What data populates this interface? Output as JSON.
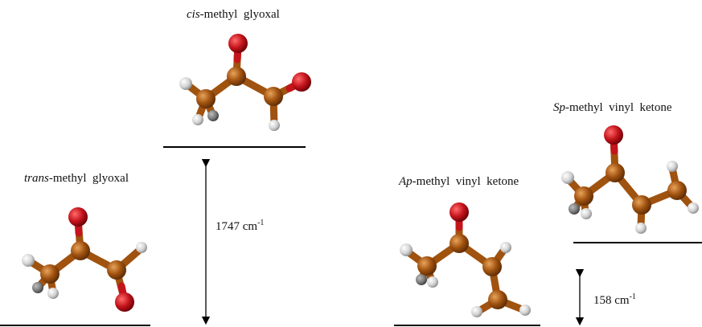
{
  "molecules": {
    "cis_mg": {
      "prefix": "cis",
      "rest": "-methyl  glyoxal"
    },
    "trans_mg": {
      "prefix": "trans",
      "rest": "-methyl  glyoxal"
    },
    "ap_mvk": {
      "prefix": "Ap",
      "rest": "-methyl  vinyl  ketone"
    },
    "sp_mvk": {
      "prefix": "Sp",
      "rest": "-methyl  vinyl  ketone"
    }
  },
  "energy_gaps": {
    "glyoxal": {
      "value": "1747 cm",
      "exp": "-1"
    },
    "mvk": {
      "value": "158 cm",
      "exp": "-1"
    }
  },
  "colors": {
    "carbon": "#a0520f",
    "oxygen": "#c4141c",
    "hydrogen": "#dcdcdc",
    "bond": "#a0520f",
    "line": "#000000"
  }
}
